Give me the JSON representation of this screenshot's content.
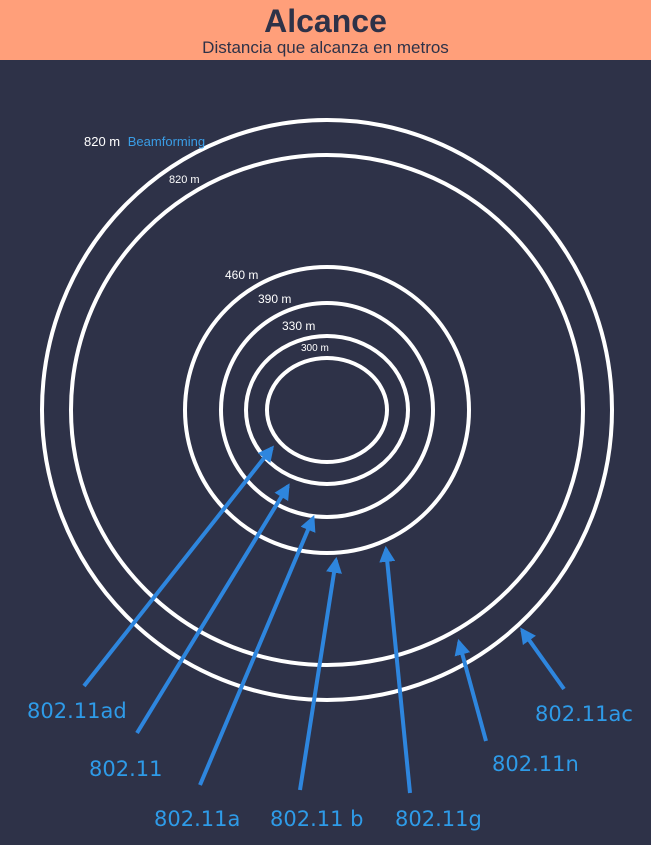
{
  "header": {
    "title": "Alcance",
    "subtitle": "Distancia que alcanza en metros"
  },
  "rings": [
    {
      "label": "300 m"
    },
    {
      "label": "330 m"
    },
    {
      "label": "390 m"
    },
    {
      "label": "460 m"
    },
    {
      "label": "820 m"
    },
    {
      "label": "820 m",
      "extra": "Beamforming"
    }
  ],
  "standards": [
    {
      "label": "802.11ad"
    },
    {
      "label": "802.11"
    },
    {
      "label": "802.11a"
    },
    {
      "label": "802.11 b"
    },
    {
      "label": "802.11g"
    },
    {
      "label": "802.11n"
    },
    {
      "label": "802.11ac"
    }
  ],
  "colors": {
    "header_bg": "#ff9f7a",
    "background": "#2e3248",
    "ring": "#ffffff",
    "arrow": "#2e86de",
    "label": "#2e9be8"
  }
}
